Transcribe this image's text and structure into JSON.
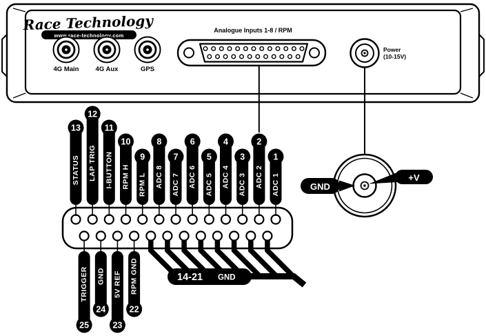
{
  "device": {
    "brand": "Race Technology",
    "website": "www.race-technology.com",
    "sma_connectors": [
      {
        "label": "4G Main"
      },
      {
        "label": "4G Aux"
      },
      {
        "label": "GPS"
      }
    ],
    "db25": {
      "label": "Analogue Inputs 1-8 / RPM"
    },
    "power": {
      "label": "Power",
      "voltage": "(10-15V)"
    }
  },
  "pinout": {
    "top_pins": [
      {
        "pin": "13",
        "label": "STATUS",
        "stagger": 1
      },
      {
        "pin": "12",
        "label": "LAP TRIG",
        "stagger": 0
      },
      {
        "pin": "11",
        "label": "I-BUTTON",
        "stagger": 1
      },
      {
        "pin": "10",
        "label": "RPM H",
        "stagger": 2
      },
      {
        "pin": "9",
        "label": "RPM L",
        "stagger": 3
      },
      {
        "pin": "8",
        "label": "ADC 8",
        "stagger": 2
      },
      {
        "pin": "7",
        "label": "ADC 7",
        "stagger": 3
      },
      {
        "pin": "6",
        "label": "ADC 6",
        "stagger": 2
      },
      {
        "pin": "5",
        "label": "ADC 5",
        "stagger": 3
      },
      {
        "pin": "4",
        "label": "ADC 4",
        "stagger": 2
      },
      {
        "pin": "3",
        "label": "ADC 3",
        "stagger": 3
      },
      {
        "pin": "2",
        "label": "ADC 2",
        "stagger": 2
      },
      {
        "pin": "1",
        "label": "ADC 1",
        "stagger": 3
      }
    ],
    "bottom_pins": [
      {
        "pin": "25",
        "label": "TRIGGER",
        "stagger": 1
      },
      {
        "pin": "24",
        "label": "GND",
        "stagger": 0
      },
      {
        "pin": "23",
        "label": "5V REF",
        "stagger": 1
      },
      {
        "pin": "22",
        "label": "RPM GND",
        "stagger": 0
      }
    ],
    "gnd_bus": {
      "range": "14-21",
      "label": "GND"
    }
  },
  "power_plug": {
    "gnd": "GND",
    "positive": "+V"
  },
  "colors": {
    "ink": "#000000",
    "paper": "#ffffff"
  }
}
